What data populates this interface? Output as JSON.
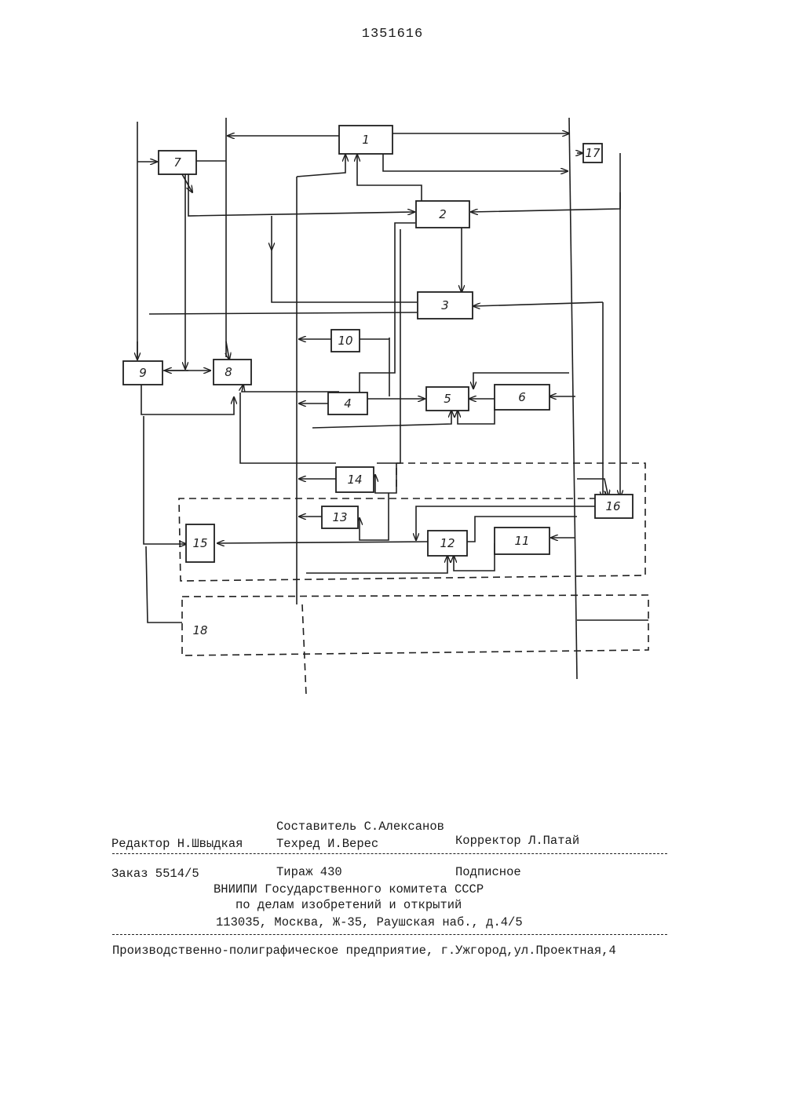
{
  "header": {
    "patent_number": "1351616"
  },
  "diagram": {
    "blocks": [
      {
        "id": "block-1",
        "label": "1"
      },
      {
        "id": "block-2",
        "label": "2"
      },
      {
        "id": "block-3",
        "label": "3"
      },
      {
        "id": "block-4",
        "label": "4"
      },
      {
        "id": "block-5",
        "label": "5"
      },
      {
        "id": "block-6",
        "label": "6"
      },
      {
        "id": "block-7",
        "label": "7"
      },
      {
        "id": "block-8",
        "label": "8"
      },
      {
        "id": "block-9",
        "label": "9"
      },
      {
        "id": "block-10",
        "label": "10"
      },
      {
        "id": "block-11",
        "label": "11"
      },
      {
        "id": "block-12",
        "label": "12"
      },
      {
        "id": "block-13",
        "label": "13"
      },
      {
        "id": "block-14",
        "label": "14"
      },
      {
        "id": "block-15",
        "label": "15"
      },
      {
        "id": "block-16",
        "label": "16"
      },
      {
        "id": "block-17",
        "label": "17"
      },
      {
        "id": "block-18",
        "label": "18"
      }
    ]
  },
  "credits": {
    "compiler": "Составитель С.Алексанов",
    "editor": "Редактор Н.Швыдкая",
    "techred": "Техред И.Верес",
    "corrector": "Корректор Л.Патай",
    "order": "Заказ 5514/5",
    "circulation": "Тираж 430",
    "subscription": "Подписное",
    "org_line1": "ВНИИПИ Государственного комитета СССР",
    "org_line2": "по делам изобретений и открытий",
    "org_address": "113035, Москва, Ж-35, Раушская наб., д.4/5",
    "printer": "Производственно-полиграфическое предприятие, г.Ужгород,ул.Проектная,4"
  }
}
